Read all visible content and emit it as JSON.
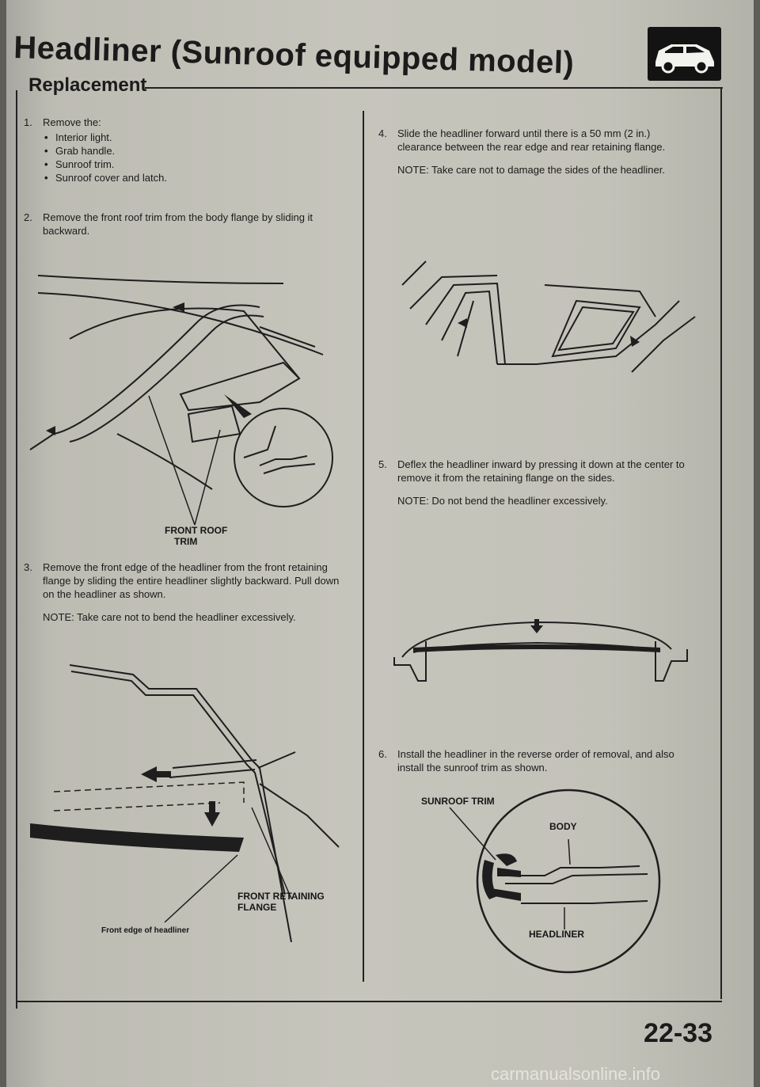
{
  "header": {
    "title": "Headliner (Sunroof equipped model)",
    "subtitle": "Replacement"
  },
  "left_column": {
    "step1": {
      "number": "1.",
      "text": "Remove the:",
      "bullets": [
        "Interior light.",
        "Grab handle.",
        "Sunroof trim.",
        "Sunroof cover and latch."
      ]
    },
    "step2": {
      "number": "2.",
      "text": "Remove the front roof trim from the body flange by sliding it backward."
    },
    "figure1": {
      "label_line1": "FRONT ROOF",
      "label_line2": "TRIM"
    },
    "step3": {
      "number": "3.",
      "text": "Remove the front edge of the headliner from the front retaining flange by sliding the entire headliner slightly backward. Pull down on the headliner as shown.",
      "note": "NOTE: Take care not to bend the headliner excessively."
    },
    "figure2": {
      "label_flange_line1": "FRONT RETAINING",
      "label_flange_line2": "FLANGE",
      "label_edge": "Front edge of headliner"
    }
  },
  "right_column": {
    "step4": {
      "number": "4.",
      "text": "Slide the headliner forward until there is a 50 mm (2 in.) clearance between the rear edge and rear retaining flange.",
      "note": "NOTE: Take care not to damage the sides of the headliner."
    },
    "step5": {
      "number": "5.",
      "text": "Deflex the headliner inward by pressing it down at the center to remove it from the retaining flange on the sides.",
      "note": "NOTE: Do not bend the headliner excessively."
    },
    "step6": {
      "number": "6.",
      "text": "Install the headliner in the reverse order of removal, and also install the sunroof trim as shown."
    },
    "figure5": {
      "label_trim": "SUNROOF TRIM",
      "label_body": "BODY",
      "label_headliner": "HEADLINER"
    }
  },
  "footer": {
    "page_number": "22-33",
    "watermark": "carmanualsonline.info"
  },
  "icons": {
    "section_icon": "car-body-icon"
  },
  "colors": {
    "ink": "#1b1b1b",
    "paper": "#c6c5bc",
    "badge": "#131313"
  }
}
